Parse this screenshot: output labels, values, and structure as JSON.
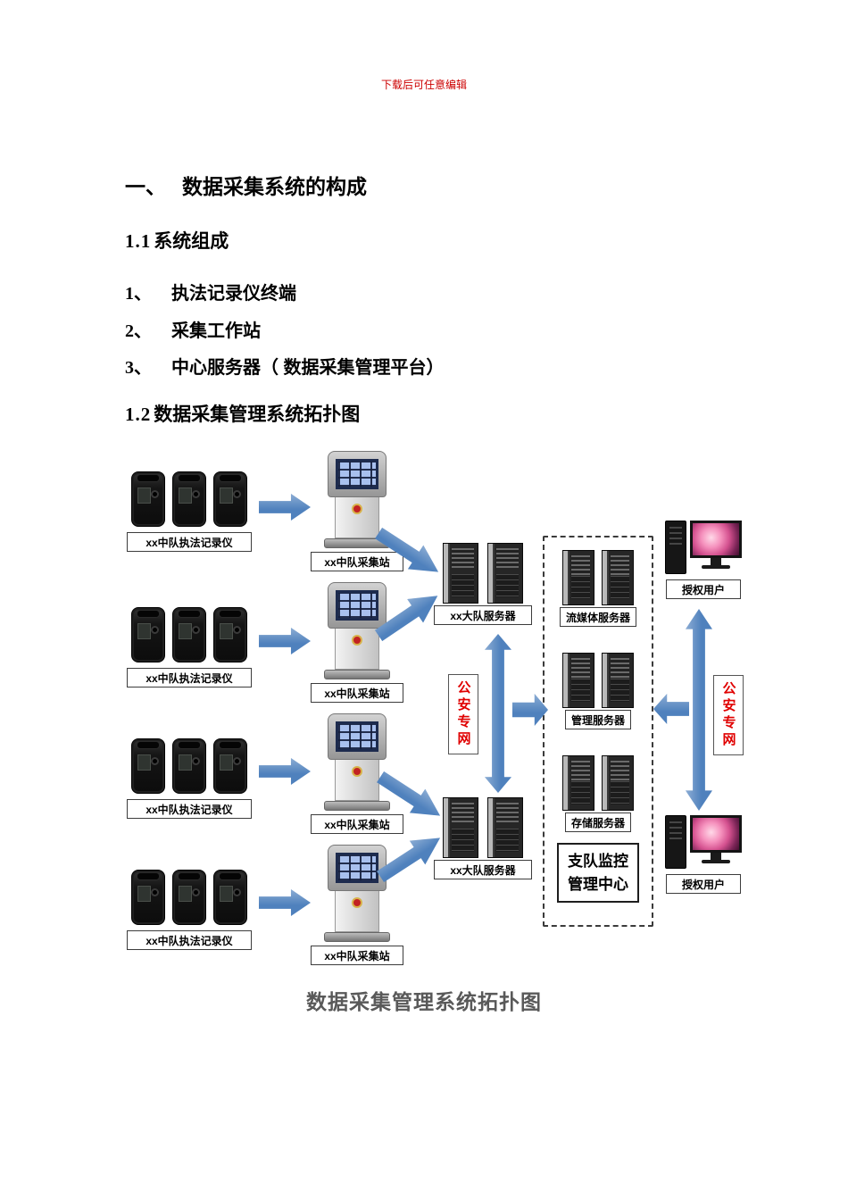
{
  "page": {
    "watermark": "下载后可任意编辑",
    "heading": {
      "num": "一、",
      "text": "数据采集系统的构成"
    },
    "section_1_1": {
      "num": "1.1",
      "text": "系统组成"
    },
    "list": [
      {
        "num": "1、",
        "text": "执法记录仪终端"
      },
      {
        "num": "2、",
        "text": "采集工作站"
      },
      {
        "num": "3、",
        "text": "中心服务器（ 数据采集管理平台）"
      }
    ],
    "section_1_2": {
      "num": "1.2",
      "text": "数据采集管理系统拓扑图"
    },
    "caption": "数据采集管理系统拓扑图"
  },
  "diagram": {
    "camera_label": "xx中队执法记录仪",
    "kiosk_label": "xx中队采集站",
    "brigade_server_label": "xx大队服务器",
    "police_network_label": "公安专网",
    "stream_server_label": "流媒体服务器",
    "mgmt_server_label": "管理服务器",
    "storage_server_label": "存储服务器",
    "hq_label_line1": "支队监控",
    "hq_label_line2": "管理中心",
    "user_label": "授权用户",
    "colors": {
      "arrow_fill": "#4f81bd",
      "network_text": "#e00000",
      "watermark_text": "#cc0000",
      "caption_text": "#595959"
    }
  }
}
